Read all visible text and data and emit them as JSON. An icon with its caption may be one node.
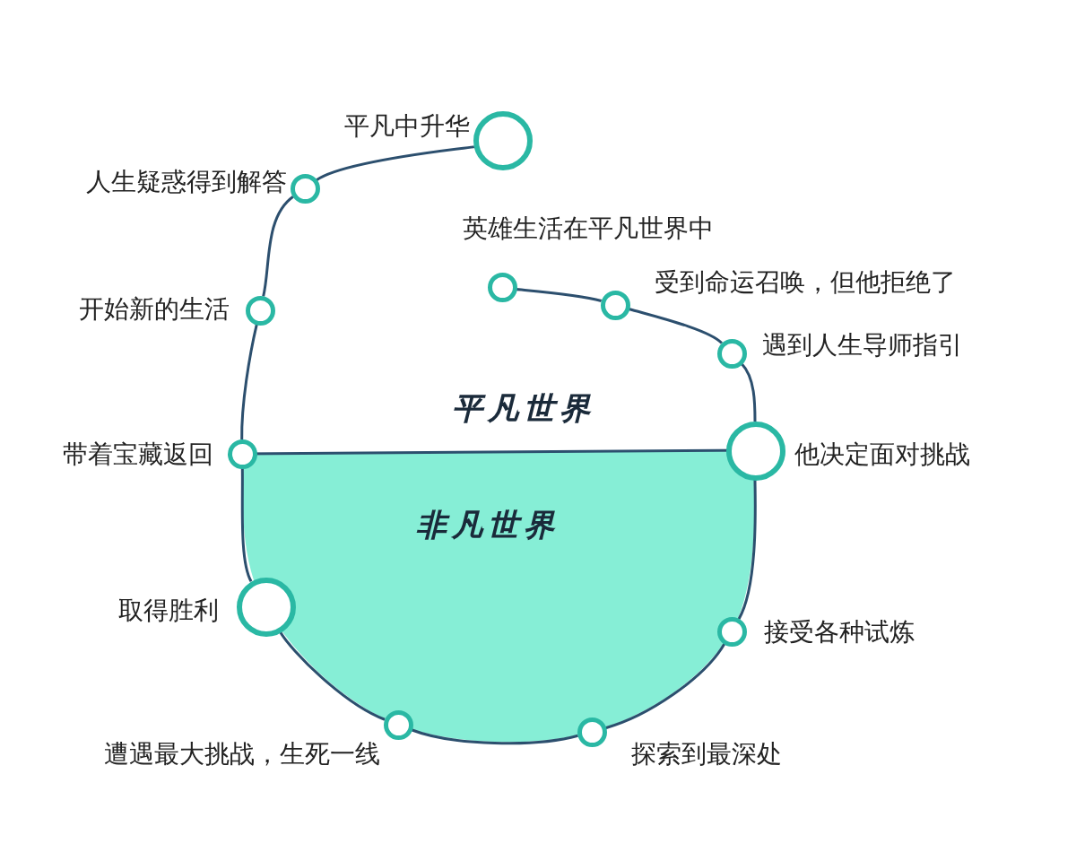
{
  "diagram": {
    "nodes": [
      {
        "text": [],
        "shape": "circle",
        "beside": [
          "英雄生活在平凡世界中"
        ]
      },
      {
        "text": [],
        "shape": "circle",
        "beside": [
          "受到命运召唤，但他拒绝了"
        ]
      },
      {
        "text": [],
        "shape": "circle",
        "beside": [
          "遇到人生导师指引"
        ]
      },
      {
        "text": [],
        "shape": "circle",
        "beside": [
          "他决定面对挑战"
        ]
      },
      {
        "text": [],
        "shape": "circle",
        "beside": [
          "接受各种试炼"
        ]
      },
      {
        "text": [],
        "shape": "circle",
        "beside": [
          "探索到最深处"
        ]
      },
      {
        "text": [],
        "shape": "circle",
        "beside": [
          "遭遇最大挑战，生死一线"
        ]
      },
      {
        "text": [],
        "shape": "circle",
        "beside": [
          "取得胜利"
        ]
      },
      {
        "text": [],
        "shape": "circle",
        "beside": [
          "带着宝藏返回"
        ]
      },
      {
        "text": [],
        "shape": "circle",
        "beside": [
          "开始新的生活"
        ]
      },
      {
        "text": [],
        "shape": "circle",
        "beside": [
          "人生疑惑得到解答"
        ]
      },
      {
        "text": [],
        "shape": "circle",
        "beside": [
          "平凡中升华"
        ]
      }
    ],
    "edges": [
      {
        "from": 0,
        "to": 1,
        "arrow": "none"
      },
      {
        "from": 1,
        "to": 2,
        "arrow": "none"
      },
      {
        "from": 2,
        "to": 3,
        "arrow": "none"
      },
      {
        "from": 3,
        "to": 4,
        "arrow": "none"
      },
      {
        "from": 4,
        "to": 5,
        "arrow": "none"
      },
      {
        "from": 5,
        "to": 6,
        "arrow": "none"
      },
      {
        "from": 6,
        "to": 7,
        "arrow": "none"
      },
      {
        "from": 7,
        "to": 8,
        "arrow": "none"
      },
      {
        "from": 8,
        "to": 9,
        "arrow": "none"
      },
      {
        "from": 9,
        "to": 10,
        "arrow": "none"
      },
      {
        "from": 10,
        "to": 11,
        "arrow": "none"
      }
    ],
    "labels": [
      "平凡世界",
      "非凡世界"
    ]
  }
}
